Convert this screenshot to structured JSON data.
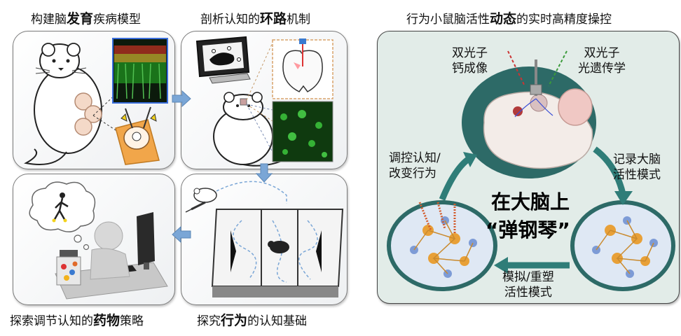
{
  "captions": {
    "panel1": {
      "pre": "构建脑",
      "bold": "发育",
      "post": "疾病模型"
    },
    "panel2": {
      "pre": "剖析认知的",
      "bold": "环路",
      "post": "机制"
    },
    "panel3": {
      "pre": "探索调节认知的",
      "bold": "药物",
      "post": "策略"
    },
    "panel4": {
      "pre": "探究",
      "bold": "行为",
      "post": "的认知基础"
    },
    "right": {
      "pre": "行为小鼠脑活性",
      "bold": "动态",
      "post": "的实时高精度操控"
    }
  },
  "right_panel": {
    "label_calcium": [
      "双光子",
      "钙成像"
    ],
    "label_opto": [
      "双光子",
      "光遗传学"
    ],
    "label_record": [
      "记录大脑",
      "活性模式"
    ],
    "label_control": [
      "调控认知/",
      "改变行为"
    ],
    "label_simulate": [
      "模拟/重塑",
      "活性模式"
    ],
    "center_line1": "在大脑上",
    "center_line2": "“弹钢琴”"
  },
  "colors": {
    "panel_bg": "#eef0f2",
    "right_bg": "#e2ece8",
    "circle_teal": "#2d6a67",
    "cycle_arrow": "#2f7d78",
    "flow_arrow": "#7aa6d6",
    "fluorescence_green": "#1e8a1e",
    "neuron_orange": "#e8a037",
    "neuron_blue": "#7d9bd6"
  }
}
